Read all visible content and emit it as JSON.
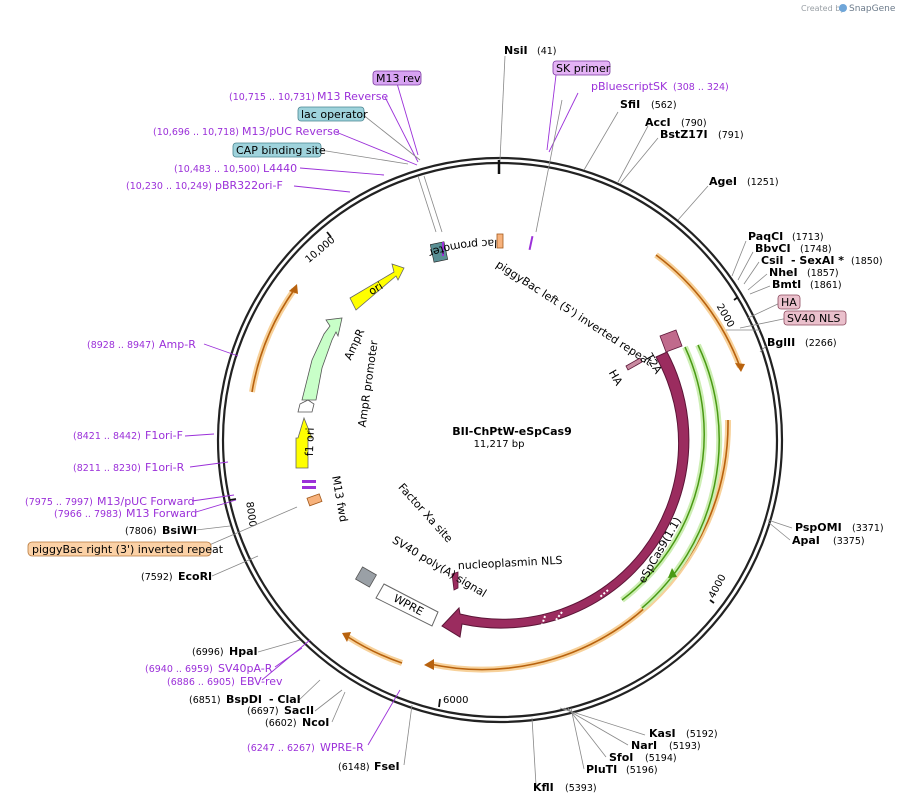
{
  "watermark": {
    "created_by": "Created by",
    "brand": "SnapGene"
  },
  "plasmid": {
    "name": "BII-ChPtW-eSpCas9",
    "length": "11,217 bp"
  },
  "colors": {
    "backbone": "#222222",
    "cas9": "#9b2c5f",
    "orf": "#f2b35c",
    "orf_arrow": "#b8620e",
    "green": "#5cc21c",
    "ori": "#ffff00",
    "ampr": "#c8ffc8",
    "primer": "#9b30d9",
    "cap_box": "#9fd3dc",
    "sk_box": "#e4b3f5",
    "itr_box": "#fbd1a6",
    "ha_box": "#eac0cc"
  },
  "scale_ticks": [
    "2000",
    "4000",
    "6000",
    "8000",
    "10,000"
  ],
  "enzymes": [
    {
      "name": "NsiI",
      "pos": "(41)"
    },
    {
      "name": "SfiI",
      "pos": "(562)"
    },
    {
      "name": "AccI",
      "pos": "(790)"
    },
    {
      "name": "BstZ17I",
      "pos": "(791)"
    },
    {
      "name": "AgeI",
      "pos": "(1251)"
    },
    {
      "name": "PaqCI",
      "pos": "(1713)"
    },
    {
      "name": "BbvCI",
      "pos": "(1748)"
    },
    {
      "name": "CsiI",
      "name2": "- SexAI *",
      "pos": "(1850)"
    },
    {
      "name": "NheI",
      "pos": "(1857)"
    },
    {
      "name": "BmtI",
      "pos": "(1861)"
    },
    {
      "name": "BglII",
      "pos": "(2266)"
    },
    {
      "name": "PspOMI",
      "pos": "(3371)"
    },
    {
      "name": "ApaI",
      "pos": "(3375)"
    },
    {
      "name": "KasI",
      "pos": "(5192)"
    },
    {
      "name": "NarI",
      "pos": "(5193)"
    },
    {
      "name": "SfoI",
      "pos": "(5194)"
    },
    {
      "name": "PluTI",
      "pos": "(5196)"
    },
    {
      "name": "KflI",
      "pos": "(5393)"
    },
    {
      "name": "FseI",
      "pos": "(6148)"
    },
    {
      "name": "NcoI",
      "pos": "(6602)"
    },
    {
      "name": "SacII",
      "pos": "(6697)"
    },
    {
      "name": "BspDI",
      "name2": "- ClaI",
      "pos": "(6851)"
    },
    {
      "name": "HpaI",
      "pos": "(6996)"
    },
    {
      "name": "EcoRI",
      "pos": "(7592)"
    },
    {
      "name": "BsiWI",
      "pos": "(7806)"
    }
  ],
  "primers": [
    {
      "name": "pBluescriptSK",
      "pos": "(308 .. 324)"
    },
    {
      "name": "M13 Reverse",
      "pos": "(10,715 .. 10,731)"
    },
    {
      "name": "M13/pUC Reverse",
      "pos": "(10,696 .. 10,718)"
    },
    {
      "name": "L4440",
      "pos": "(10,483 .. 10,500)"
    },
    {
      "name": "pBR322ori-F",
      "pos": "(10,230 .. 10,249)"
    },
    {
      "name": "Amp-R",
      "pos": "(8928 .. 8947)"
    },
    {
      "name": "F1ori-F",
      "pos": "(8421 .. 8442)"
    },
    {
      "name": "F1ori-R",
      "pos": "(8211 .. 8230)"
    },
    {
      "name": "M13/pUC Forward",
      "pos": "(7975 .. 7997)"
    },
    {
      "name": "M13 Forward",
      "pos": "(7966 .. 7983)"
    },
    {
      "name": "SV40pA-R",
      "pos": "(6940 .. 6959)"
    },
    {
      "name": "EBV-rev",
      "pos": "(6886 .. 6905)"
    },
    {
      "name": "WPRE-R",
      "pos": "(6247 .. 6267)"
    }
  ],
  "boxed_labels": {
    "m13_rev": "M13 rev",
    "sk_primer": "SK primer",
    "lac_operator": "lac operator",
    "cap_binding_site": "CAP binding site",
    "ha": "HA",
    "sv40_nls": "SV40 NLS",
    "piggybac_right": "piggyBac right (3') inverted repeat"
  },
  "feature_labels": {
    "lac_promoter": "lac promoter",
    "piggybac_left": "piggyBac left (5') inverted repeat",
    "t2a": "T2A",
    "ha": "HA",
    "ori": "ori",
    "ampr": "AmpR",
    "ampr_promoter": "AmpR promoter",
    "f1_ori": "f1 ori",
    "m13_fwd": "M13 fwd",
    "factor_xa": "Factor Xa site",
    "sv40_polya": "SV40 poly(A) signal",
    "wpre": "WPRE",
    "nucleoplasmin_nls": "nucleoplasmin NLS",
    "espcas9": "eSpCas9(1.1)"
  }
}
